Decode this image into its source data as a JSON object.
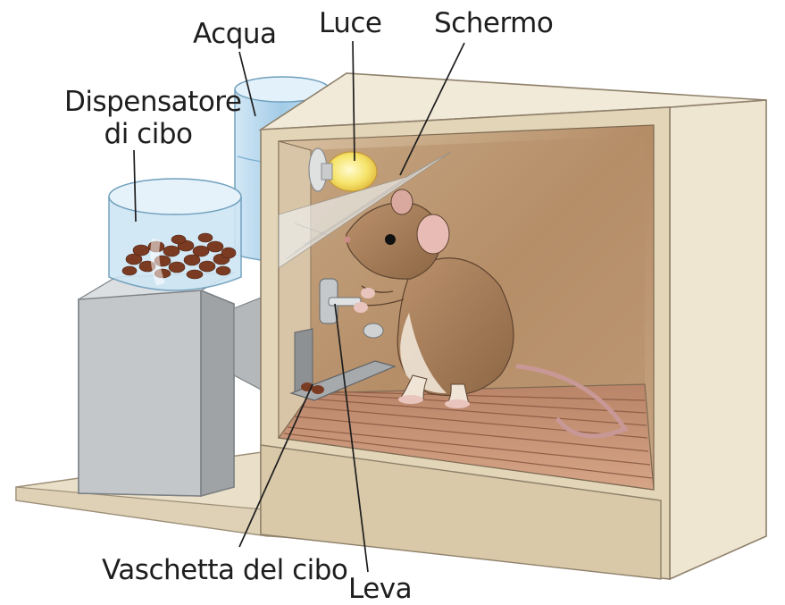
{
  "diagram": {
    "labels": {
      "water": "Acqua",
      "light": "Luce",
      "screen": "Schermo",
      "dispenser_line1": "Dispensatore",
      "dispenser_line2": "di cibo",
      "food_tray": "Vaschetta del cibo",
      "lever": "Leva"
    }
  },
  "colors": {
    "box_outer": "#e7dcc4",
    "box_inner_back": "#b8916a",
    "floor": "#c8957a",
    "water": "#a9cfe8",
    "pellets": "#7a3b22",
    "metal": "#b9bcbf",
    "mouse_fur": "#a77d58",
    "bulb": "#f6e46b"
  }
}
